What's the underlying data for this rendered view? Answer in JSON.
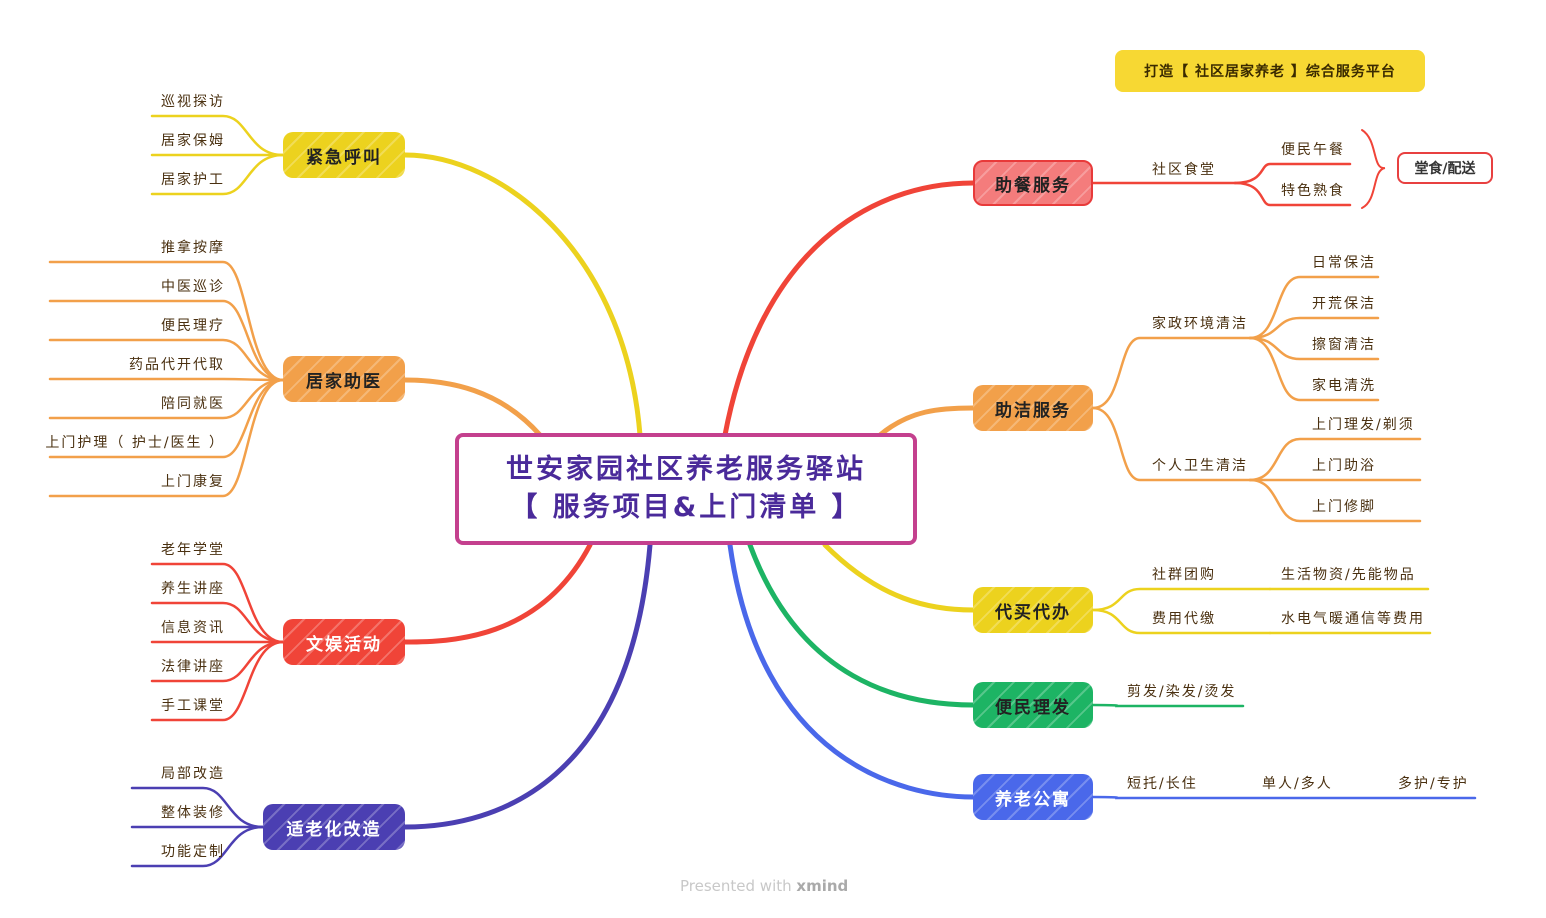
{
  "center": {
    "line1": "世安家园社区养老服务驿站",
    "line2": "【 服务项目&上门清单 】"
  },
  "badge": "打造【 社区居家养老 】综合服务平台",
  "footer": {
    "prefix": "Presented with",
    "brand": "xmind"
  },
  "colors": {
    "yellow": "#ecd21e",
    "orange": "#f2a04a",
    "red": "#f04438",
    "indigo": "#4b3fb2",
    "pink": "#f47c7c",
    "green": "#1db464",
    "blue": "#4a68ea",
    "border": "#c4408e"
  },
  "left": [
    {
      "label": "紧急呼叫",
      "leaves": [
        "巡视探访",
        "居家保姆",
        "居家护工"
      ]
    },
    {
      "label": "居家助医",
      "leaves": [
        "推拿按摩",
        "中医巡诊",
        "便民理疗",
        "药品代开代取",
        "陪同就医",
        "上门护理（ 护士/医生 ）",
        "上门康复"
      ]
    },
    {
      "label": "文娱活动",
      "leaves": [
        "老年学堂",
        "养生讲座",
        "信息资讯",
        "法律讲座",
        "手工课堂"
      ]
    },
    {
      "label": "适老化改造",
      "leaves": [
        "局部改造",
        "整体装修",
        "功能定制"
      ]
    }
  ],
  "right": {
    "meal": {
      "label": "助餐服务",
      "sub": "社区食堂",
      "leaves": [
        "便民午餐",
        "特色熟食"
      ],
      "summary": "堂食/配送"
    },
    "clean": {
      "label": "助洁服务",
      "groups": [
        {
          "label": "家政环境清洁",
          "leaves": [
            "日常保洁",
            "开荒保洁",
            "擦窗清洁",
            "家电清洗"
          ]
        },
        {
          "label": "个人卫生清洁",
          "leaves": [
            "上门理发/剃须",
            "上门助浴",
            "上门修脚"
          ]
        }
      ]
    },
    "errand": {
      "label": "代买代办",
      "rows": [
        {
          "label": "社群团购",
          "detail": "生活物资/先能物品"
        },
        {
          "label": "费用代缴",
          "detail": "水电气暖通信等费用"
        }
      ]
    },
    "hair": {
      "label": "便民理发",
      "leaves": [
        "剪发/染发/烫发"
      ]
    },
    "apartment": {
      "label": "养老公寓",
      "leaves": [
        "短托/长住",
        "单人/多人",
        "多护/专护"
      ]
    }
  }
}
